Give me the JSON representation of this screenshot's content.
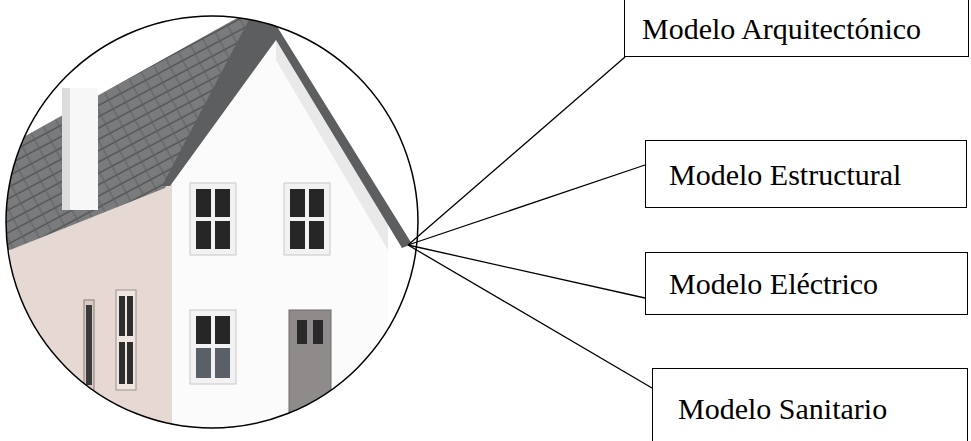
{
  "diagram": {
    "nodes": [
      {
        "text": [
          "Modelo Arquitectónico"
        ]
      },
      {
        "text": [
          "Modelo Estructural"
        ]
      },
      {
        "text": [
          "Modelo Eléctrico"
        ]
      },
      {
        "text": [
          "Modelo Sanitario"
        ]
      }
    ]
  }
}
